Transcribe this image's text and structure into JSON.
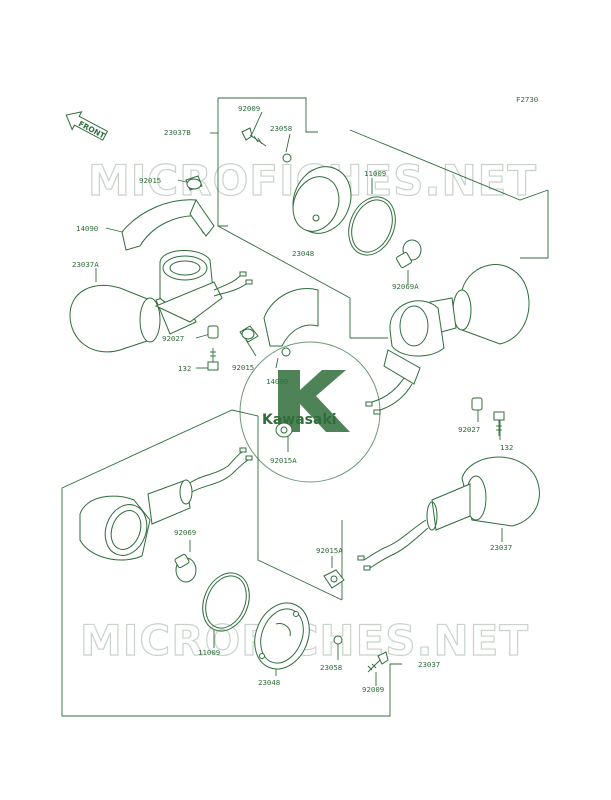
{
  "diagram_code": "F2730",
  "watermark_text": "MICROFICHES.NET",
  "brand_logo_text": "Kawasaki",
  "front_arrow_label": "FRONT",
  "labels": {
    "l23037B": "23037B",
    "l92009_top": "92009",
    "l23058_top": "23058",
    "l11009_top": "11009",
    "l92015_top": "92015",
    "l23048_top": "23048",
    "l14090_left": "14090",
    "l23037A": "23037A",
    "l92069A": "92069A",
    "l92027_left": "92027",
    "l132_left": "132",
    "l92015_mid": "92015",
    "l14090_mid": "14090",
    "l92027_right": "92027",
    "l132_right": "132",
    "l92015A_mid": "92015A",
    "l23037": "23037",
    "l92069": "92069",
    "l92015A_low": "92015A",
    "l11009_low": "11009",
    "l23058_low": "23058",
    "l23048_low": "23048",
    "l23037_low": "23037",
    "l92009_low": "92009"
  }
}
